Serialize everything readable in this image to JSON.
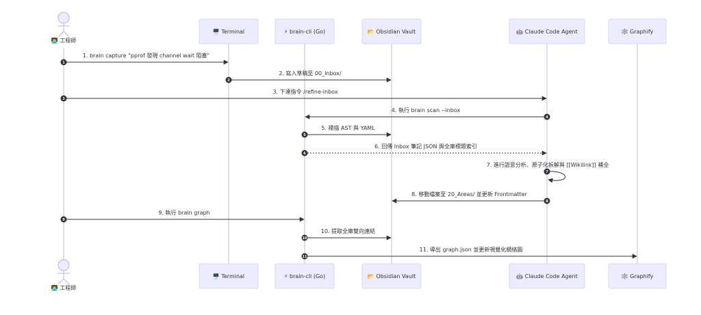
{
  "participants": [
    {
      "id": "eng",
      "kind": "actor",
      "icon": "👨‍💻",
      "label": "工程師"
    },
    {
      "id": "terminal",
      "kind": "box",
      "icon": "🖥️",
      "label": "Terminal"
    },
    {
      "id": "cli",
      "kind": "box",
      "icon": "⚡",
      "label": "brain-cli (Go)"
    },
    {
      "id": "vault",
      "kind": "box",
      "icon": "📂",
      "label": "Obsidian Vault"
    },
    {
      "id": "agent",
      "kind": "box",
      "icon": "🤖",
      "label": "Claude Code Agent"
    },
    {
      "id": "graphify",
      "kind": "box",
      "icon": "🕸️",
      "label": "Graphify"
    }
  ],
  "messages": [
    {
      "n": "1",
      "from": "eng",
      "to": "terminal",
      "text": "1. brain capture \"pprof 發現 channel wait 阻塞\"",
      "style": "solid"
    },
    {
      "n": "2",
      "from": "terminal",
      "to": "vault",
      "text": "2. 寫入草稿至 00_Inbox/",
      "style": "solid"
    },
    {
      "n": "3",
      "from": "eng",
      "to": "agent",
      "text": "3. 下達指令 /refine-inbox",
      "style": "solid"
    },
    {
      "n": "4",
      "from": "agent",
      "to": "cli",
      "text": "4. 執行 brain scan --inbox",
      "style": "solid"
    },
    {
      "n": "5",
      "from": "cli",
      "to": "vault",
      "text": "5. 掃描 AST 與 YAML",
      "style": "solid"
    },
    {
      "n": "6",
      "from": "cli",
      "to": "agent",
      "text": "6. 回傳 Inbox 筆記 JSON 與全庫標題索引",
      "style": "dotted"
    },
    {
      "n": "7",
      "from": "agent",
      "to": "agent",
      "text": "7. 進行語意分析、原子化拆解與 [[Wikilink]] 補全",
      "style": "solid"
    },
    {
      "n": "8",
      "from": "agent",
      "to": "vault",
      "text": "8. 移動檔案至 20_Areas/ 並更新 Frontmatter",
      "style": "solid"
    },
    {
      "n": "9",
      "from": "eng",
      "to": "cli",
      "text": "9. 執行 brain graph",
      "style": "solid"
    },
    {
      "n": "10",
      "from": "cli",
      "to": "vault",
      "text": "10. 提取全庫雙向連結",
      "style": "solid"
    },
    {
      "n": "11",
      "from": "cli",
      "to": "graphify",
      "text": "11. 導出 graph.json 並更新視覺化網絡圖",
      "style": "solid"
    }
  ],
  "colors": {
    "box_fill": "#ECECFF",
    "box_stroke": "#D7D7F5",
    "lifeline": "#C9C9E8",
    "arrow": "#333333",
    "badge": "#333333",
    "actor_fill": "#ECECFF",
    "actor_stroke": "#B8B8E0"
  }
}
